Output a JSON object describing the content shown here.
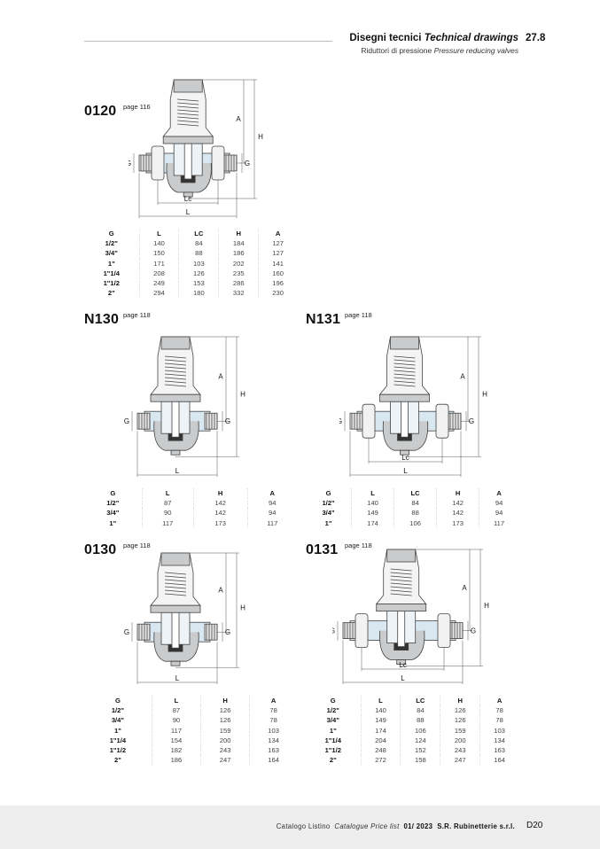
{
  "header": {
    "title_it": "Disegni tecnici",
    "title_en": "Technical drawings",
    "section_number": "27.8",
    "subtitle_it": "Riduttori di pressione",
    "subtitle_en": "Pressure reducing valves"
  },
  "sections": [
    {
      "code": "0120",
      "page_ref": "page 116",
      "type": "wide",
      "dims": {
        "g": "G",
        "l": "L",
        "lc": "Lc",
        "h": "H",
        "a": "A"
      },
      "columns": [
        "G",
        "L",
        "LC",
        "H",
        "A"
      ],
      "rows": [
        [
          "1/2\"",
          "140",
          "84",
          "184",
          "127"
        ],
        [
          "3/4\"",
          "150",
          "88",
          "186",
          "127"
        ],
        [
          "1\"",
          "171",
          "103",
          "202",
          "141"
        ],
        [
          "1\"1/4",
          "208",
          "126",
          "235",
          "160"
        ],
        [
          "1\"1/2",
          "249",
          "153",
          "286",
          "196"
        ],
        [
          "2\"",
          "294",
          "180",
          "332",
          "230"
        ]
      ]
    },
    {
      "code": "N130",
      "page_ref": "page 118",
      "type": "compact",
      "dims": {
        "g": "G",
        "l": "L",
        "h": "H",
        "a": "A"
      },
      "columns": [
        "G",
        "L",
        "H",
        "A"
      ],
      "rows": [
        [
          "1/2\"",
          "87",
          "142",
          "94"
        ],
        [
          "3/4\"",
          "90",
          "142",
          "94"
        ],
        [
          "1\"",
          "117",
          "173",
          "117"
        ]
      ]
    },
    {
      "code": "N131",
      "page_ref": "page 118",
      "type": "wide",
      "dims": {
        "g": "G",
        "l": "L",
        "lc": "Lc",
        "h": "H",
        "a": "A"
      },
      "columns": [
        "G",
        "L",
        "LC",
        "H",
        "A"
      ],
      "rows": [
        [
          "1/2\"",
          "140",
          "84",
          "142",
          "94"
        ],
        [
          "3/4\"",
          "149",
          "88",
          "142",
          "94"
        ],
        [
          "1\"",
          "174",
          "106",
          "173",
          "117"
        ]
      ]
    },
    {
      "code": "0130",
      "page_ref": "page 118",
      "type": "compact",
      "dims": {
        "g": "G",
        "l": "L",
        "h": "H",
        "a": "A"
      },
      "columns": [
        "G",
        "L",
        "H",
        "A"
      ],
      "rows": [
        [
          "1/2\"",
          "87",
          "126",
          "78"
        ],
        [
          "3/4\"",
          "90",
          "126",
          "78"
        ],
        [
          "1\"",
          "117",
          "159",
          "103"
        ],
        [
          "1\"1/4",
          "154",
          "200",
          "134"
        ],
        [
          "1\"1/2",
          "182",
          "243",
          "163"
        ],
        [
          "2\"",
          "186",
          "247",
          "164"
        ]
      ]
    },
    {
      "code": "0131",
      "page_ref": "page 118",
      "type": "wide",
      "dims": {
        "g": "G",
        "l": "L",
        "lc": "Lc",
        "h": "H",
        "a": "A"
      },
      "columns": [
        "G",
        "L",
        "LC",
        "H",
        "A"
      ],
      "rows": [
        [
          "1/2\"",
          "140",
          "84",
          "126",
          "78"
        ],
        [
          "3/4\"",
          "149",
          "88",
          "126",
          "78"
        ],
        [
          "1\"",
          "174",
          "106",
          "159",
          "103"
        ],
        [
          "1\"1/4",
          "204",
          "124",
          "200",
          "134"
        ],
        [
          "1\"1/2",
          "248",
          "152",
          "243",
          "163"
        ],
        [
          "2\"",
          "272",
          "158",
          "247",
          "164"
        ]
      ]
    }
  ],
  "footer": {
    "catalog_it": "Catalogo Listino",
    "catalog_en": "Catalogue Price list",
    "edition": "01/ 2023",
    "company": "S.R. Rubinetterie s.r.l.",
    "page": "D20"
  },
  "colors": {
    "water": "#d9e7f1",
    "metal": "#c9cbcd",
    "line": "#444444"
  }
}
